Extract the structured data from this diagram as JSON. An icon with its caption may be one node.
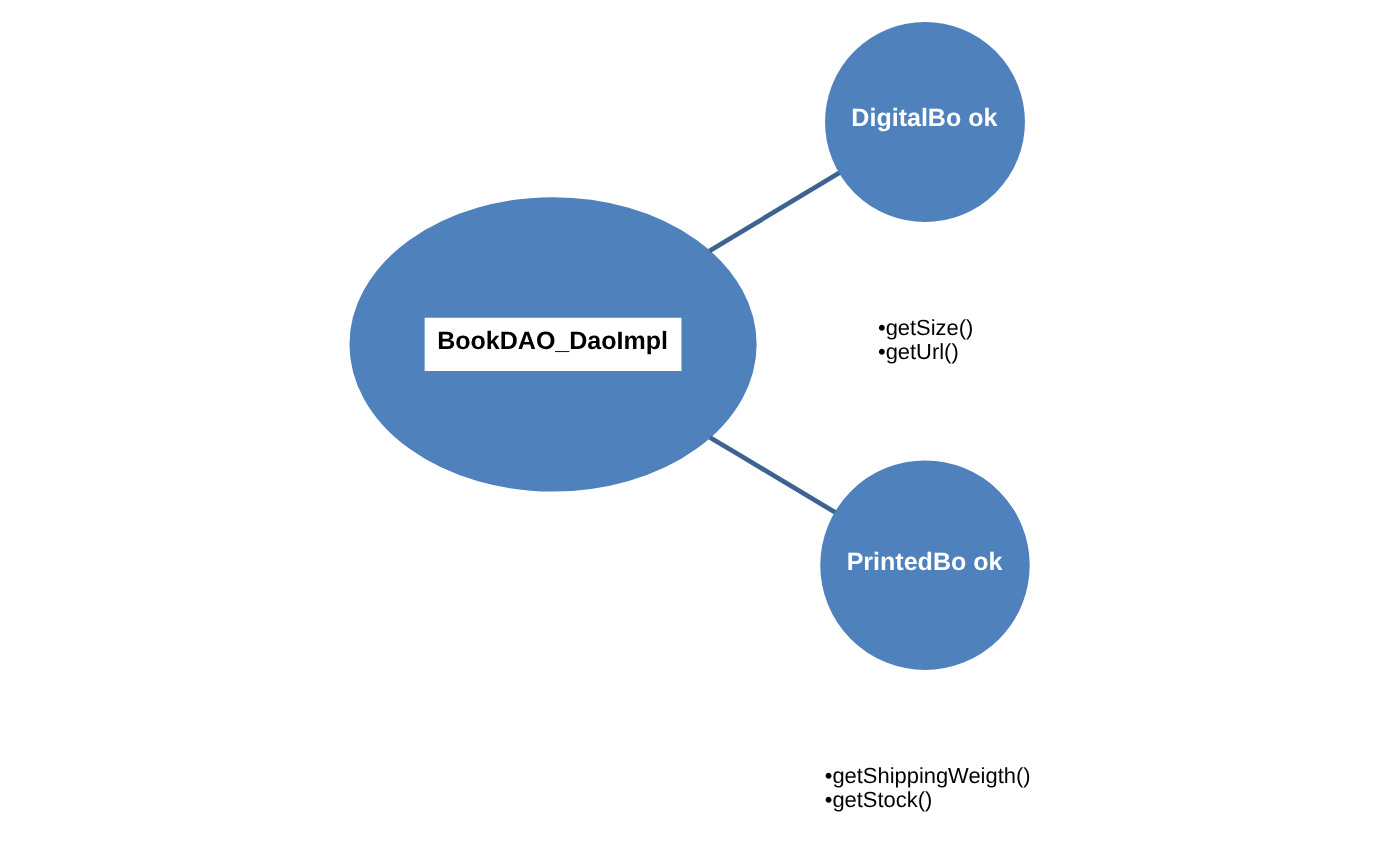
{
  "diagram": {
    "nodes": [
      {
        "text": [
          "BookDAO_DaoImpl"
        ]
      },
      {
        "text": [
          "DigitalBo ok"
        ],
        "beside": [
          "•getSize()",
          "•getUrl()"
        ]
      },
      {
        "text": [
          "PrintedBo ok"
        ],
        "beside": [
          "•getShippingWeigth()",
          "•getStock()"
        ]
      }
    ],
    "edges": [
      {
        "from": 0,
        "to": 1,
        "arrow": "none"
      },
      {
        "from": 0,
        "to": 2,
        "arrow": "none"
      }
    ]
  }
}
